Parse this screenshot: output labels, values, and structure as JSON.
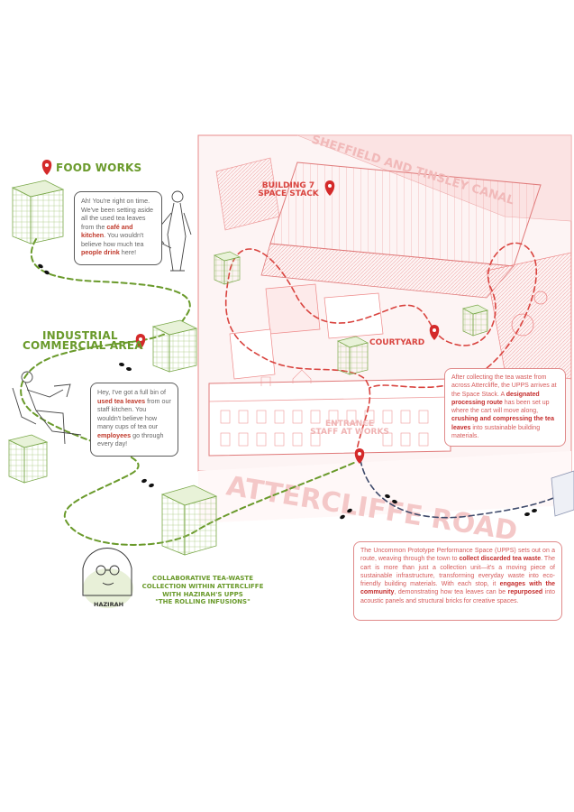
{
  "labels": {
    "food_works": "FOOD WORKS",
    "industrial_line1": "INDUSTRIAL",
    "industrial_line2": "COMMERCIAL AREA",
    "building7_line1": "BUILDING 7",
    "building7_line2": "SPACE STACK",
    "courtyard": "COURTYARD",
    "entrance_line1": "ENTRANCE",
    "entrance_line2": "STAFF AT WORKS",
    "canal": "SHEFFIELD AND TINSLEY CANAL",
    "road": "ATTERCLIFFE ROAD",
    "haziraH": "HAZIRAH"
  },
  "bubble_food": {
    "p1": "Ah! You're right on time. We've been setting aside all the used tea leaves from the ",
    "b1": "café and kitchen",
    "p2": ". You wouldn't believe how much tea ",
    "b2": "people drink",
    "p3": " here!"
  },
  "bubble_industrial": {
    "p1": "Hey, I've got a full bin of ",
    "b1": "used tea leaves",
    "p2": " from our staff kitchen. You wouldn't believe how many cups of tea our ",
    "b2": "employees",
    "p3": " go through every day!"
  },
  "box_space_stack": {
    "p1": "After collecting the tea waste from across Attercliffe, the UPPS arrives at the Space Stack. A ",
    "b1": "designated processing route",
    "p2": " has been set up where the cart will move along, ",
    "b2": "crushing and compressing the tea leaves",
    "p3": " into sustainable building materials."
  },
  "box_upps": {
    "p1": "The Uncommon Prototype Performance Space (UPPS) sets out on a route, weaving through the town to ",
    "b1": "collect discarded tea waste",
    "p2": ". The cart is more than just a collection unit—it's a moving piece of sustainable infrastructure, transforming everyday waste into eco-friendly building materials. With each stop, it ",
    "b2": "engages with the community",
    "p3": ", demonstrating how tea leaves can be ",
    "b3": "repurposed",
    "p4": " into acoustic panels and structural bricks for creative spaces."
  },
  "caption": {
    "line1": "COLLABORATIVE TEA-WASTE",
    "line2": "COLLECTION WITHIN ATTERCLIFFE",
    "line3": "WITH HAZIRAH'S UPPS",
    "line4": "\"THE ROLLING INFUSIONS\""
  },
  "colors": {
    "green_route": "#6a9a2b",
    "red_route": "#d9443f",
    "blue_route": "#3e4a6b",
    "map_red": "#e88a8a",
    "pin": "#d42a2a"
  }
}
